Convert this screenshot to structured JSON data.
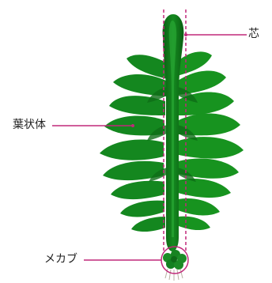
{
  "labels": {
    "core": "芯",
    "leaf_body": "葉状体",
    "mekabu": "メカブ"
  },
  "colors": {
    "leaf_dark": "#0d6f17",
    "leaf_mid": "#138a1e",
    "leaf_light": "#1d9e28",
    "callout_line": "#c0287a",
    "highlight_dashes": "#c0287a"
  }
}
